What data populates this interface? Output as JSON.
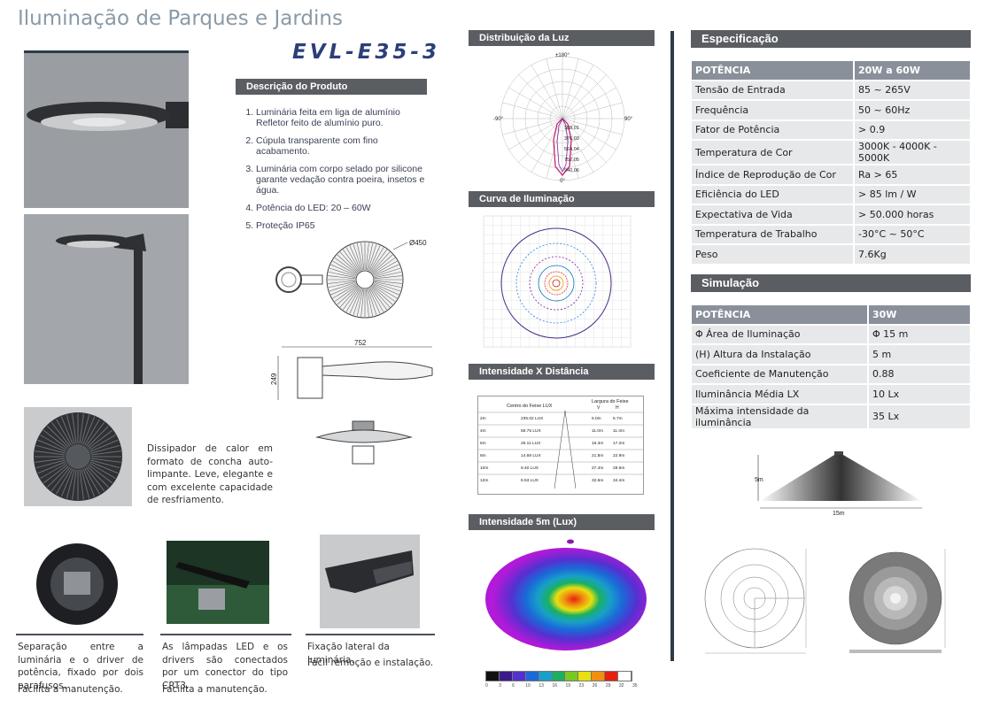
{
  "title": "Iluminação de Parques e Jardins",
  "model": "EVL-E35-3",
  "headers": {
    "descricao": "Descrição do Produto",
    "distribuicao": "Distribuição da Luz",
    "curva": "Curva de Iluminação",
    "intensidade_distancia": "Intensidade X Distância",
    "intensidade_5m": "Intensidade 5m (Lux)",
    "especificacao": "Especificação",
    "simulacao": "Simulação"
  },
  "description_items": [
    "Luminária feita em liga de alumínio Refletor feito de alumínio puro.",
    "Cúpula transparente com fino acabamento.",
    "Luminária com corpo selado por silicone garante vedação contra poeira, insetos e água.",
    "Potência do LED:  20 – 60W",
    "Proteção IP65"
  ],
  "dimensions": {
    "diameter": "Ø450",
    "width": "752",
    "height": "249"
  },
  "dissipador_text": "Dissipador de calor em formato de concha auto-limpante. Leve, elegante e com excelente capacidade de resfriamento.",
  "captions": {
    "c1": "Separação entre a luminária e o driver de potência, fixado por dois parafusos.",
    "c1b": "Facilita a manutenção.",
    "c2": "As lâmpadas LED e os drivers são conectados por um conector do tipo CRT3.",
    "c2b": "Facilita a manutenção.",
    "c3": "Fixação lateral da luminária.",
    "c3b": "Fácil remoção e instalação."
  },
  "polar": {
    "top": "±180°",
    "left": "-90°",
    "right": "90°",
    "bottom": "0°",
    "rings": [
      "188,01",
      "376,03",
      "564,04",
      "752,05",
      "940,06"
    ]
  },
  "intensity_table": {
    "col1": "Centro do Feixe LUX",
    "col2": "Largura do Feixe",
    "v": "V",
    "h": "H",
    "rows": [
      {
        "d": "2m",
        "lux": "235.02 LUX",
        "v": "5.0m",
        "h": "5.7m"
      },
      {
        "d": "4m",
        "lux": "58.75 LUX",
        "v": "11.0m",
        "h": "11.4m"
      },
      {
        "d": "6m",
        "lux": "26.11 LUX",
        "v": "16.3m",
        "h": "17.2m"
      },
      {
        "d": "8m",
        "lux": "14.68 LUX",
        "v": "21.8m",
        "h": "22.9m"
      },
      {
        "d": "10m",
        "lux": "9.40 LUX",
        "v": "27.4m",
        "h": "28.6m"
      },
      {
        "d": "12m",
        "lux": "6.53 LUX",
        "v": "32.6m",
        "h": "34.4m"
      }
    ]
  },
  "color_scale": {
    "labels": [
      "0",
      "3",
      "6",
      "10",
      "13",
      "16",
      "19",
      "23",
      "26",
      "29",
      "32",
      "35"
    ],
    "colors": [
      "#111111",
      "#3a1a8a",
      "#5530d0",
      "#1a6ad8",
      "#18a0c8",
      "#1ab060",
      "#7ac820",
      "#e8e010",
      "#f09010",
      "#e82010",
      "#ffffff"
    ]
  },
  "spec_table": {
    "header": [
      "POTÊNCIA",
      "20W a 60W"
    ],
    "rows": [
      [
        "Tensão de Entrada",
        "85 ~ 265V"
      ],
      [
        "Frequência",
        "50 ~ 60Hz"
      ],
      [
        "Fator de Potência",
        "> 0.9"
      ],
      [
        "Temperatura  de Cor",
        "3000K - 4000K - 5000K"
      ],
      [
        "Índice de Reprodução de Cor",
        "Ra > 65"
      ],
      [
        "Eficiência do LED",
        "> 85 lm / W"
      ],
      [
        "Expectativa de Vida",
        "> 50.000 horas"
      ],
      [
        "Temperatura  de Trabalho",
        "-30°C ~ 50°C"
      ],
      [
        "Peso",
        "7.6Kg"
      ]
    ]
  },
  "sim_table": {
    "header": [
      "POTÊNCIA",
      "30W"
    ],
    "rows": [
      [
        "Φ Área de Iluminação",
        "Φ 15 m"
      ],
      [
        "(H) Altura da Instalação",
        "5 m"
      ],
      [
        "Coeficiente de Manutenção",
        "0.88"
      ],
      [
        "Iluminância Média LX",
        "10 Lx"
      ],
      [
        "Máxima intensidade da iluminância",
        "35 Lx"
      ]
    ]
  },
  "sim_diagram": {
    "h": "5m",
    "w": "15m"
  }
}
